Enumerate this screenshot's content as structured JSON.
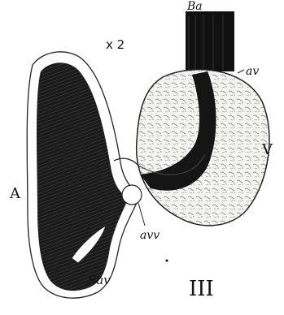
{
  "figure": {
    "magnification": "x 2",
    "figure_number": "III",
    "labels": {
      "ba": "Ba",
      "av": "av",
      "v": "V",
      "a": "A",
      "avv": "avv",
      "sav": "Sav"
    }
  },
  "colors": {
    "ink": "#111111",
    "paper": "#ffffff",
    "stipple": "#e9e9e6"
  }
}
